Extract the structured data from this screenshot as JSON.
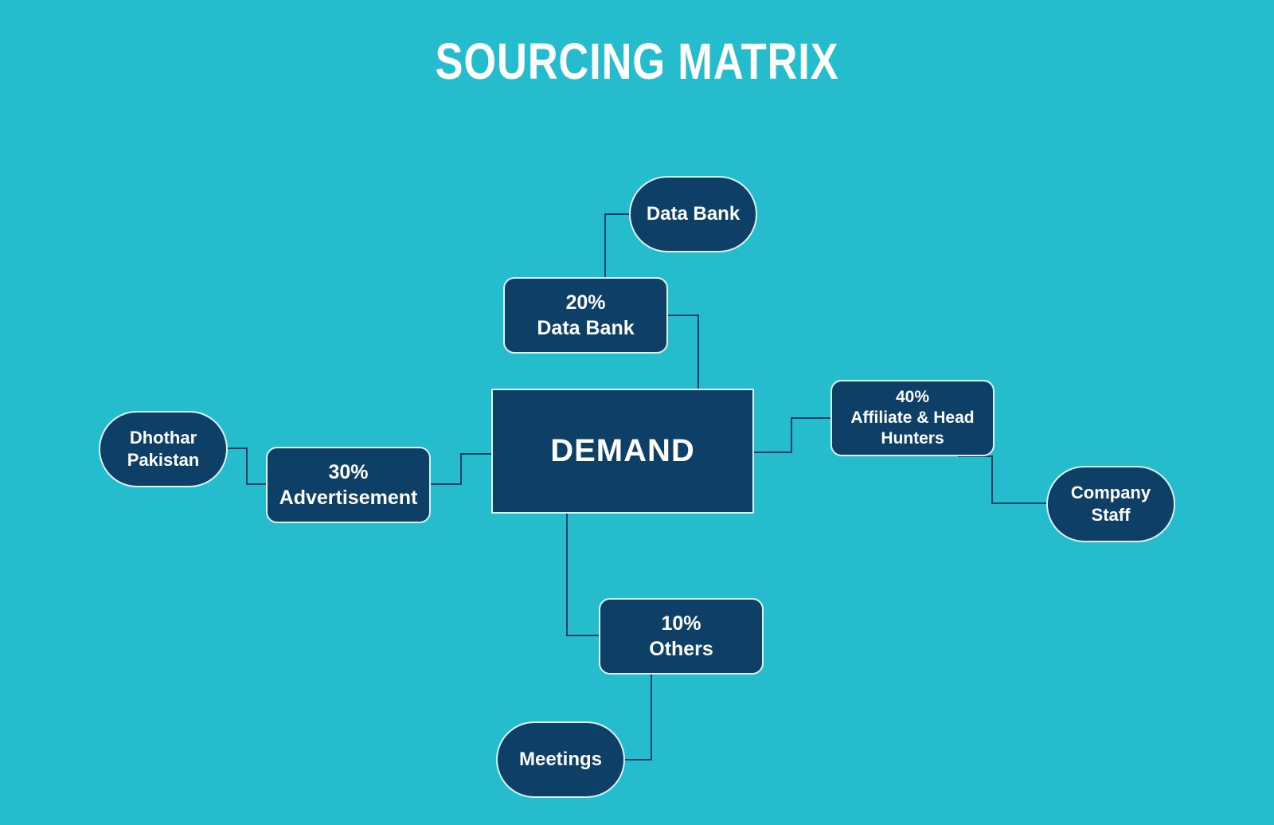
{
  "title": "SOURCING MATRIX",
  "colors": {
    "background": "#25bdcd",
    "node_fill": "#0e3f66",
    "node_border": "#d9f3f7",
    "connector": "#0e3f66",
    "text": "#ffffff"
  },
  "center": {
    "label": "DEMAND"
  },
  "categories": {
    "data_bank": {
      "percent": "20%",
      "label": "Data Bank"
    },
    "advertisement": {
      "percent": "30%",
      "label": "Advertisement"
    },
    "affiliate": {
      "percent": "40%",
      "label_line1": "Affiliate & Head",
      "label_line2": "Hunters"
    },
    "others": {
      "percent": "10%",
      "label": "Others"
    }
  },
  "sources": {
    "data_bank": {
      "label": "Data Bank"
    },
    "dhothar": {
      "line1": "Dhothar",
      "line2": "Pakistan"
    },
    "company_staff": {
      "line1": "Company",
      "line2": "Staff"
    },
    "meetings": {
      "label": "Meetings"
    }
  }
}
